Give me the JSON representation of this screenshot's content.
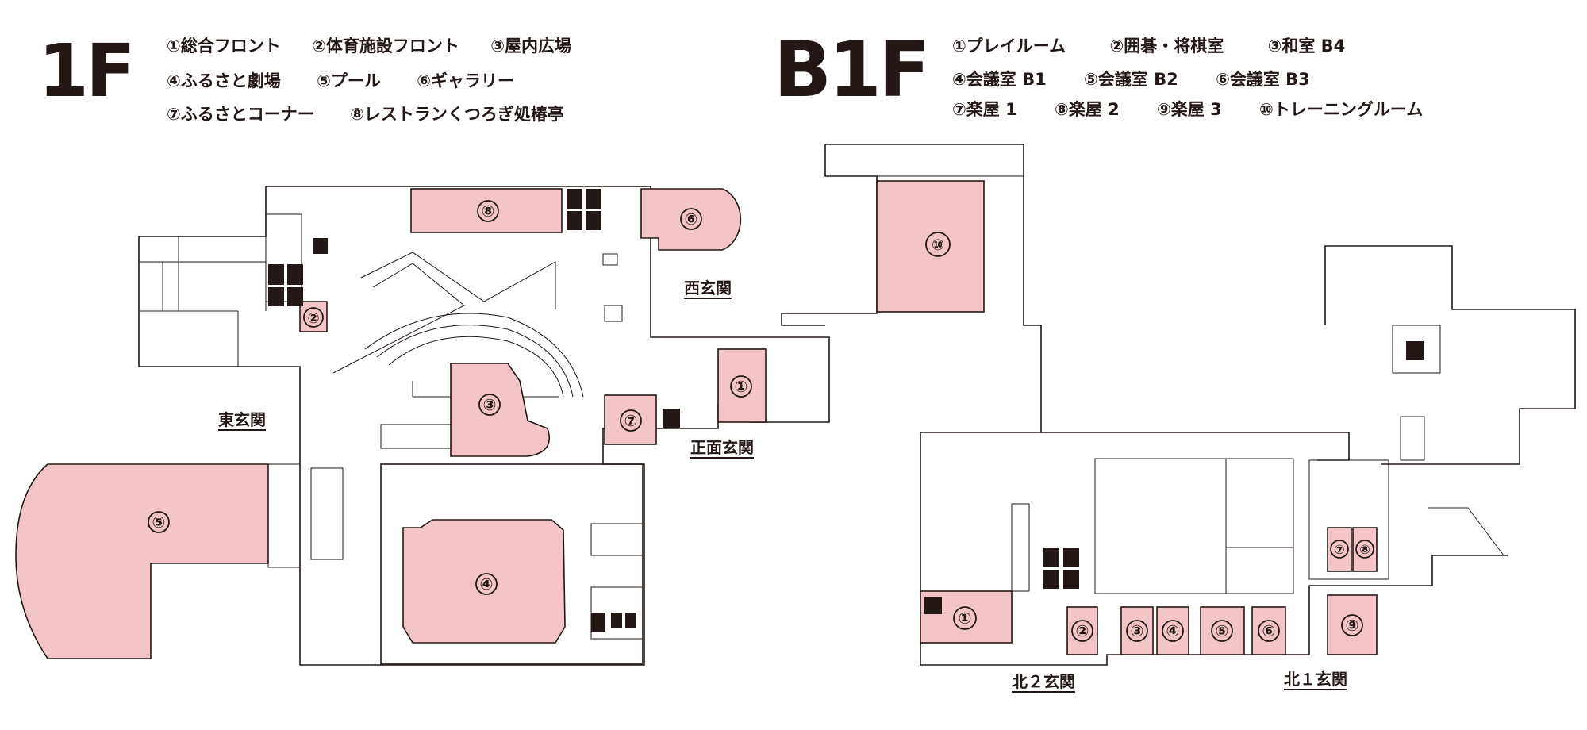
{
  "floor_1f": {
    "title": "1F",
    "legend": [
      [
        "①総合フロント",
        "②体育施設フロント",
        "③屋内広場"
      ],
      [
        "④ふるさと劇場",
        "⑤プール",
        "⑥ギャラリー"
      ],
      [
        "⑦ふるさとコーナー",
        "⑧レストランくつろぎ処椿亭"
      ]
    ],
    "entrances": {
      "west": "西玄関",
      "east": "東玄関",
      "front": "正面玄関"
    },
    "room_numbers": [
      "①",
      "②",
      "③",
      "④",
      "⑤",
      "⑥",
      "⑦",
      "⑧"
    ]
  },
  "floor_b1f": {
    "title": "B1F",
    "legend": [
      [
        "①プレイルーム",
        "②囲碁・将棋室",
        "③和室 B4"
      ],
      [
        "④会議室 B1",
        "⑤会議室 B2",
        "⑥会議室 B3"
      ],
      [
        "⑦楽屋 1",
        "⑧楽屋 2",
        "⑨楽屋 3",
        "⑩トレーニングルーム"
      ]
    ],
    "entrances": {
      "north2": "北２玄関",
      "north1": "北１玄関"
    },
    "room_numbers": [
      "①",
      "②",
      "③",
      "④",
      "⑤",
      "⑥",
      "⑦",
      "⑧",
      "⑨",
      "⑩"
    ]
  },
  "icons": [
    "toilet-icon",
    "wheelchair-icon",
    "baby-changing-icon",
    "elevator-icon",
    "stairs-icon",
    "door-icon"
  ],
  "colors": {
    "room_fill": "#f4c5c8",
    "line": "#231815",
    "background": "#ffffff"
  }
}
